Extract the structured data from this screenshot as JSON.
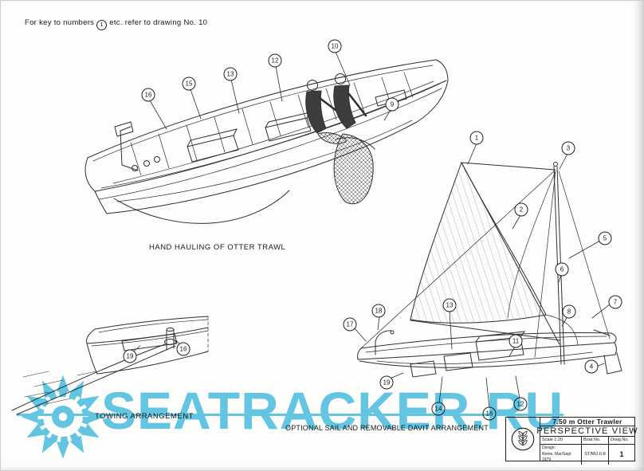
{
  "note": {
    "prefix": "For key to numbers",
    "num": "1",
    "suffix": "etc. refer to drawing No. 10"
  },
  "captions": {
    "hauling": "HAND HAULING OF OTTER TRAWL",
    "towing": "TOWING  ARRANGEMENT",
    "sail": "OPTIONAL SAIL AND REMOVABLE DAVIT ARRANGEMENT"
  },
  "callouts": {
    "hauling": [
      "16",
      "15",
      "13",
      "12",
      "10",
      "9"
    ],
    "towing": [
      "19",
      "16"
    ],
    "sail": [
      "1",
      "3",
      "2",
      "5",
      "6",
      "8",
      "7",
      "17",
      "18",
      "13",
      "11",
      "4",
      "19",
      "14",
      "16",
      "12"
    ]
  },
  "titleblock": {
    "boat": "7.50 m  Otter Trawler",
    "view": "PERSPECTIVE  VIEW",
    "scale": "Scale 1:20",
    "boat_no": "Boat No.",
    "drwg_no": "Drwg.No.",
    "design": "Design:",
    "place_date": "Rome, Mar/Sept 1979",
    "code": "ST/MU.II-8",
    "sheet": "1"
  },
  "watermark": {
    "text": "SEATRACKER.RU",
    "color": "#57c2e3"
  }
}
